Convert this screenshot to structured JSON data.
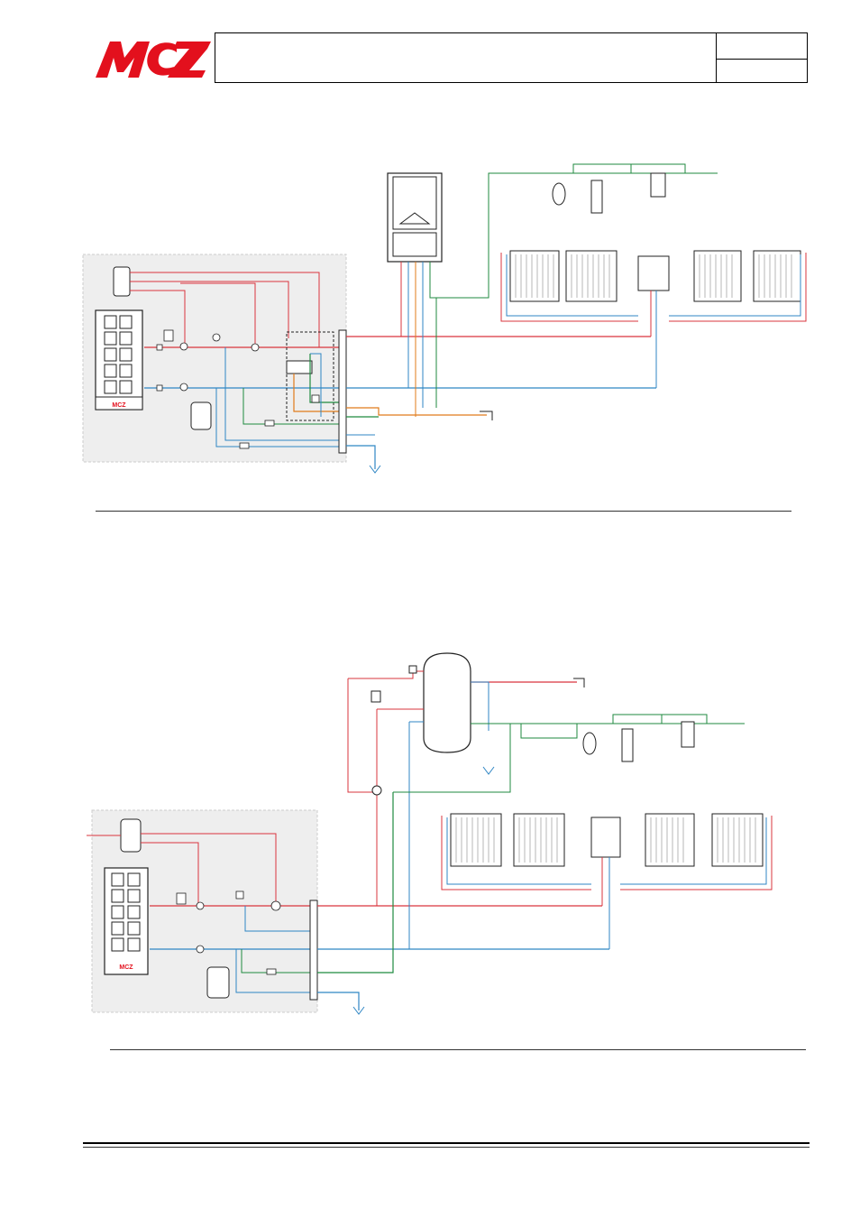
{
  "header": {
    "brand": "MCZ",
    "title": "",
    "cell_top": "",
    "cell_bottom": ""
  },
  "colors": {
    "brand_red": "#e3101d",
    "hot_pipe": "#d9343d",
    "cold_pipe": "#2f86c4",
    "return_pipe": "#1f8a3f",
    "dhw_pipe": "#e07b1a",
    "panel_bg": "#eeeeee",
    "stroke": "#222222"
  },
  "diagram_1": {
    "stove_logo": "MCZ"
  },
  "diagram_2": {
    "stove_logo": "MCZ"
  }
}
